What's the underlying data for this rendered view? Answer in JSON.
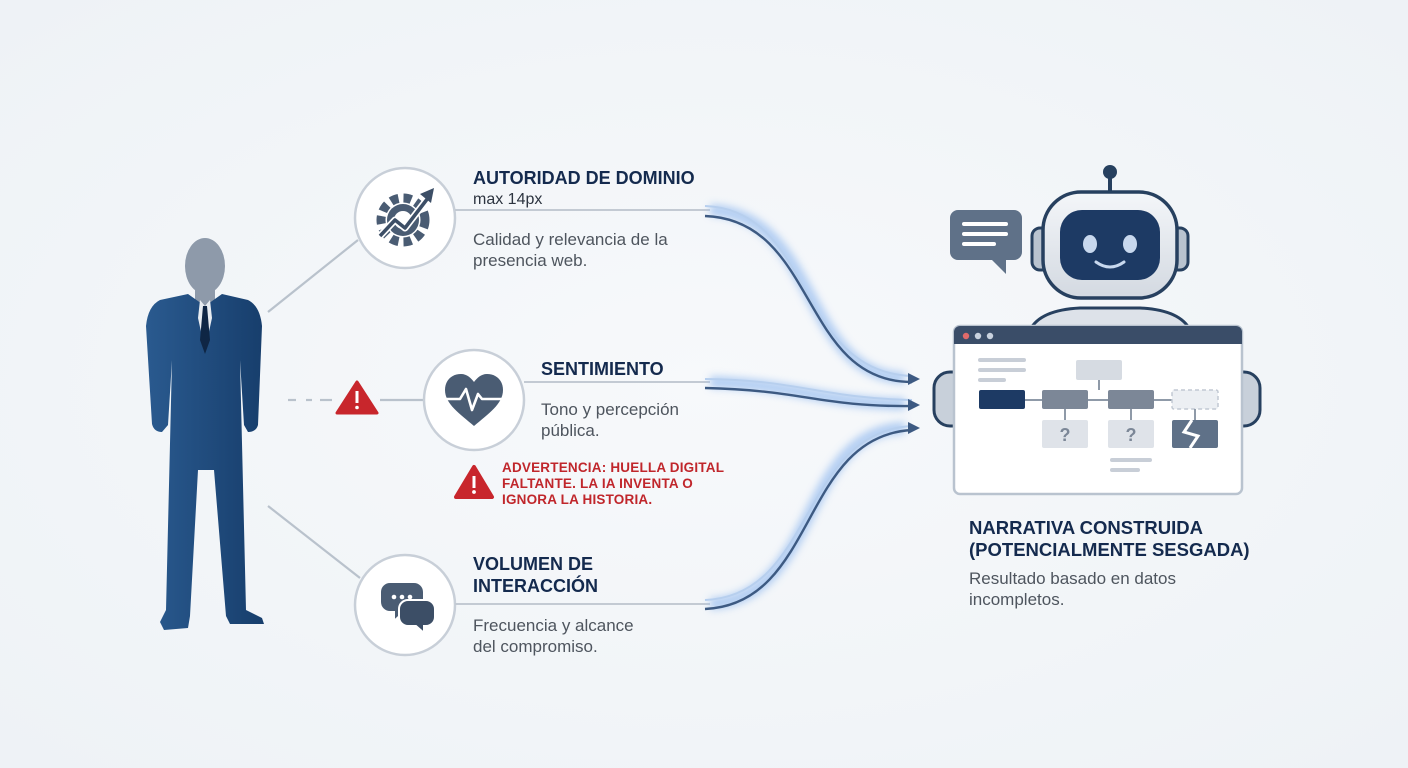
{
  "factors": [
    {
      "title": "AUTORIDAD DE DOMINIO",
      "subtitle": "max 14px",
      "description_lines": [
        "Calidad y relevancia de la",
        "presencia web."
      ],
      "icon": "gear-growth-icon"
    },
    {
      "title": "SENTIMIENTO",
      "description_lines": [
        "Tono y percepción",
        "pública."
      ],
      "icon": "heart-pulse-icon"
    },
    {
      "title_lines": [
        "VOLUMEN DE",
        "INTERACCIÓN"
      ],
      "description_lines": [
        "Frecuencia y alcance",
        "del compromiso."
      ],
      "icon": "chat-bubbles-icon"
    }
  ],
  "warning": {
    "lines": [
      "ADVERTENCIA: HUELLA DIGITAL",
      "FALTANTE. LA IA INVENTA O",
      "IGNORA LA HISTORIA."
    ],
    "icon": "warning-triangle-icon"
  },
  "result": {
    "title_lines": [
      "NARRATIVA CONSTRUIDA",
      "(POTENCIALMENTE SESGADA)"
    ],
    "description_lines": [
      "Resultado basado en datos",
      "incompletos."
    ]
  },
  "screen_placeholders": [
    "?",
    "?"
  ],
  "colors": {
    "navy": "#142a4e",
    "suit": "#1e4a7c",
    "warning_red": "#c0262b",
    "glow_blue": "#8fb4ea",
    "line_gray": "#b9c2cc"
  }
}
